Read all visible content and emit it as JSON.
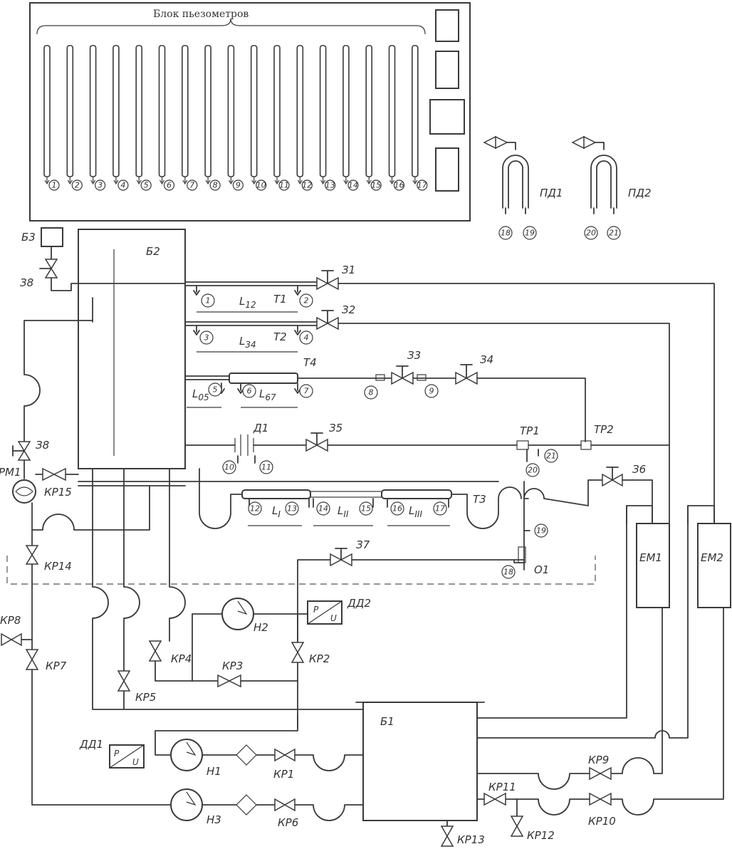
{
  "header": {
    "piezometer_block": "Блок пьезометров"
  },
  "piezometers": [
    "1",
    "2",
    "3",
    "4",
    "5",
    "6",
    "7",
    "8",
    "9",
    "10",
    "11",
    "12",
    "13",
    "14",
    "15",
    "16",
    "17"
  ],
  "diff_gauges": {
    "pd1": "ПД1",
    "pd2": "ПД2",
    "pd1_ports": [
      "18",
      "19"
    ],
    "pd2_ports": [
      "20",
      "21"
    ]
  },
  "tanks": {
    "b1": "Б1",
    "b2": "Б2",
    "b3": "Б3"
  },
  "measuring_vessels": {
    "em1": "ЕМ1",
    "em2": "ЕМ2"
  },
  "pumps": {
    "h1": "Н1",
    "h2": "Н2",
    "h3": "Н3"
  },
  "pressure_sensors": {
    "dd1": "ДД1",
    "dd2": "ДД2",
    "p": "P",
    "u": "U"
  },
  "flowmeter": {
    "rm1": "РМ1"
  },
  "pipes": {
    "t1": "Т1",
    "t2": "Т2",
    "t3": "Т3",
    "t4": "Т4",
    "tp1": "ТР1",
    "tp2": "ТР2",
    "d1": "Д1",
    "o1": "О1",
    "l12": "L",
    "l12_sub": "12",
    "l34": "L",
    "l34_sub": "34",
    "l05": "L",
    "l05_sub": "05",
    "l67": "L",
    "l67_sub": "67",
    "li": "L",
    "li_sub": "I",
    "lii": "L",
    "lii_sub": "II",
    "liii": "L",
    "liii_sub": "III"
  },
  "valves": {
    "z1": "З1",
    "z2": "З2",
    "z3": "З3",
    "z4": "З4",
    "z5": "З5",
    "z6": "З6",
    "z7": "З7",
    "z8a": "З8",
    "z8b": "З8",
    "kr1": "КР1",
    "kr2": "КР2",
    "kr3": "КР3",
    "kr4": "КР4",
    "kr5": "КР5",
    "kr6": "КР6",
    "kr7": "КР7",
    "kr8": "КР8",
    "kr9": "КР9",
    "kr10": "КР10",
    "kr11": "КР11",
    "kr12": "КР12",
    "kr13": "КР13",
    "kr14": "КР14",
    "kr15": "КР15"
  },
  "taps": [
    "1",
    "2",
    "3",
    "4",
    "5",
    "6",
    "7",
    "8",
    "9",
    "10",
    "11",
    "12",
    "13",
    "14",
    "15",
    "16",
    "17",
    "18",
    "19",
    "20",
    "21"
  ]
}
